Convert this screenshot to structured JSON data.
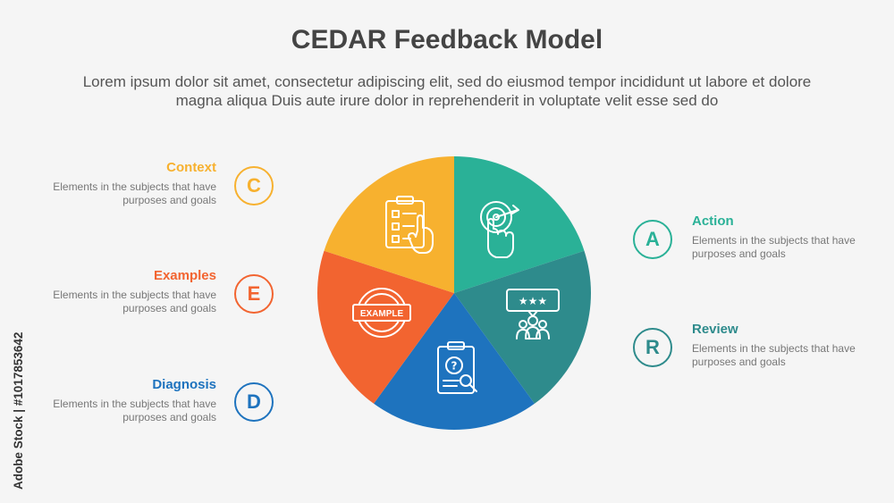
{
  "title": "CEDAR Feedback Model",
  "subtitle": "Lorem ipsum dolor sit amet, consectetur adipiscing elit, sed do eiusmod tempor incididunt ut labore et dolore magna aliqua Duis aute irure dolor in reprehenderit in voluptate velit esse sed do",
  "watermark": "Adobe Stock | #1017853642",
  "items": [
    {
      "letter": "C",
      "title": "Context",
      "desc": "Elements in the subjects that have purposes and goals",
      "color": "#f7b12f"
    },
    {
      "letter": "E",
      "title": "Examples",
      "desc": "Elements in the subjects that have purposes and goals",
      "color": "#f26430"
    },
    {
      "letter": "D",
      "title": "Diagnosis",
      "desc": "Elements in the subjects that have purposes and goals",
      "color": "#1e73be"
    },
    {
      "letter": "A",
      "title": "Action",
      "desc": "Elements in the subjects that have purposes and goals",
      "color": "#2ab197"
    },
    {
      "letter": "R",
      "title": "Review",
      "desc": "Elements in the subjects that have purposes and goals",
      "color": "#2e8b8c"
    }
  ],
  "segments": [
    {
      "color": "#2ab197",
      "icon": "target-click-icon"
    },
    {
      "color": "#2e8b8c",
      "icon": "rating-review-icon"
    },
    {
      "color": "#1e73be",
      "icon": "clipboard-search-icon"
    },
    {
      "color": "#f26430",
      "icon": "example-stamp-icon"
    },
    {
      "color": "#f7b12f",
      "icon": "clipboard-checklist-icon"
    }
  ],
  "stamp_label": "EXAMPLE"
}
